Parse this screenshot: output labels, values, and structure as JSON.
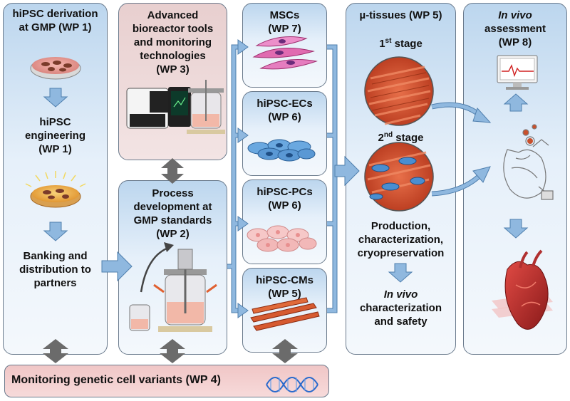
{
  "wp1": {
    "derivation_line1": "hiPSC derivation",
    "derivation_line2": "at GMP (WP 1)",
    "engineering_line1": "hiPSC",
    "engineering_line2": "engineering",
    "engineering_line3": "(WP 1)",
    "banking_line1": "Banking and",
    "banking_line2": "distribution to",
    "banking_line3": "partners"
  },
  "wp3": {
    "line1": "Advanced",
    "line2": "bioreactor tools",
    "line3": "and monitoring",
    "line4": "technologies",
    "line5": "(WP 3)"
  },
  "wp2": {
    "line1": "Process",
    "line2": "development at",
    "line3": "GMP standards",
    "line4": "(WP 2)"
  },
  "cells": {
    "mscs_title": "MSCs",
    "mscs_wp": "(WP 7)",
    "ecs_title": "hiPSC-ECs",
    "ecs_wp": "(WP 6)",
    "pcs_title": "hiPSC-PCs",
    "pcs_wp": "(WP 6)",
    "cms_title": "hiPSC-CMs",
    "cms_wp": "(WP 5)"
  },
  "tissues": {
    "title": "µ-tissues (WP 5)",
    "stage1_num": "1",
    "stage1_sup": "st",
    "stage1_word": "stage",
    "stage2_num": "2",
    "stage2_sup": "nd",
    "stage2_word": "stage",
    "prod_line1": "Production,",
    "prod_line2": "characterization,",
    "prod_line3": "cryopreservation",
    "invivo_italic": "In vivo",
    "invivo_line2": "characterization",
    "invivo_line3": "and safety"
  },
  "wp8": {
    "italic": "In vivo",
    "line2": "assessment",
    "line3": "(WP 8)"
  },
  "wp4": {
    "label": "Monitoring genetic cell variants (WP 4)"
  },
  "colors": {
    "panel_border": "#6a7a8c",
    "arrow_blue": "#8fb8df",
    "arrow_gray": "#6b6b6b",
    "tissue_red": "#c8502c",
    "cell_pink": "#e06ab0"
  }
}
